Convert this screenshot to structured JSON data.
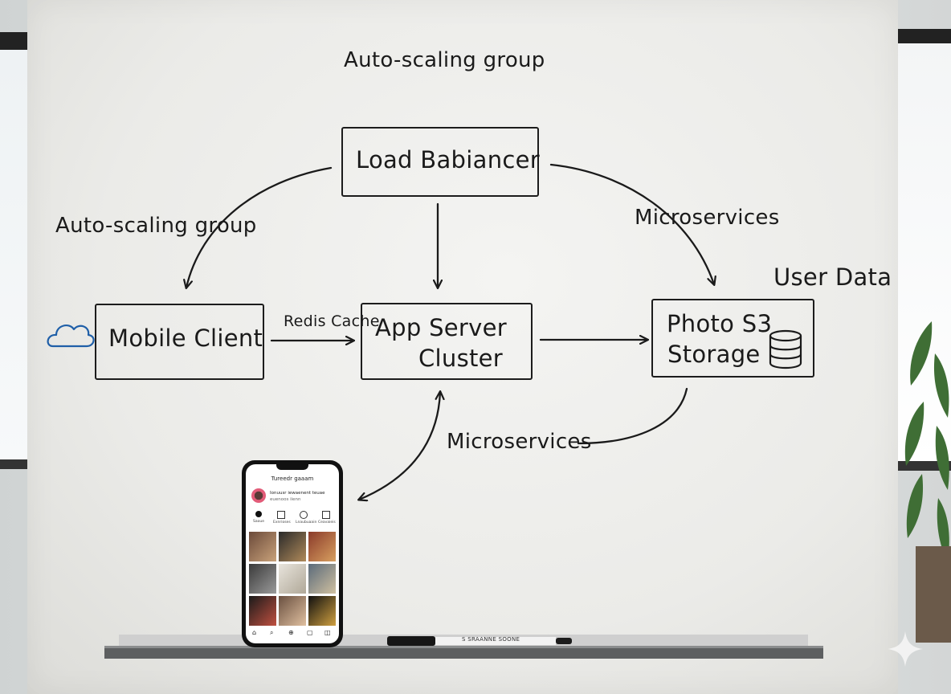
{
  "diagram": {
    "title_top": "Auto-scaling group",
    "label_left_group": "Auto-scaling group",
    "label_microservices_right": "Microservices",
    "label_user_data": "User Data",
    "label_redis": "Redis Cache",
    "label_microservices_bottom": "Microservices",
    "nodes": {
      "load_balancer": "Load Babiancer",
      "mobile_client": "Mobile Client",
      "app_server_line1": "App Server",
      "app_server_line2": "Cluster",
      "photo_storage_line1": "Photo S3",
      "photo_storage_line2": "Storage"
    }
  },
  "phone": {
    "app_title": "Tureedr gaaam",
    "profile_name": "Ionuusr iewaenent teuae",
    "profile_sub": "euenoos iienn",
    "tabs": [
      "Saoue",
      "Exnrioses",
      "Lnaubuaain",
      "Ceavaieis"
    ],
    "bottom_nav": [
      "home-icon",
      "search-icon",
      "add-icon",
      "reels-icon",
      "shop-icon"
    ]
  },
  "marker_label": "S SRAANNE SOONE",
  "colors": {
    "ink": "#1a1a1a",
    "cloud_ink": "#1f5fa8",
    "board": "#eeeeec"
  }
}
